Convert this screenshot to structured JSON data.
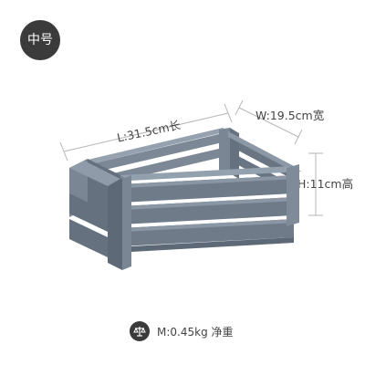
{
  "badge": {
    "label": "中号"
  },
  "dimensions": {
    "length": "L:31.5cm长",
    "width": "W:19.5cm宽",
    "height": "H:11cm高"
  },
  "weight": {
    "text": "M:0.45kg 净重",
    "icon": "scale-icon"
  },
  "colors": {
    "crate_top": "#8793a1",
    "crate_front": "#6f7b89",
    "crate_side": "#5e6977",
    "badge_bg": "#3b3b3b",
    "dimension_line": "#b5b5b5"
  }
}
